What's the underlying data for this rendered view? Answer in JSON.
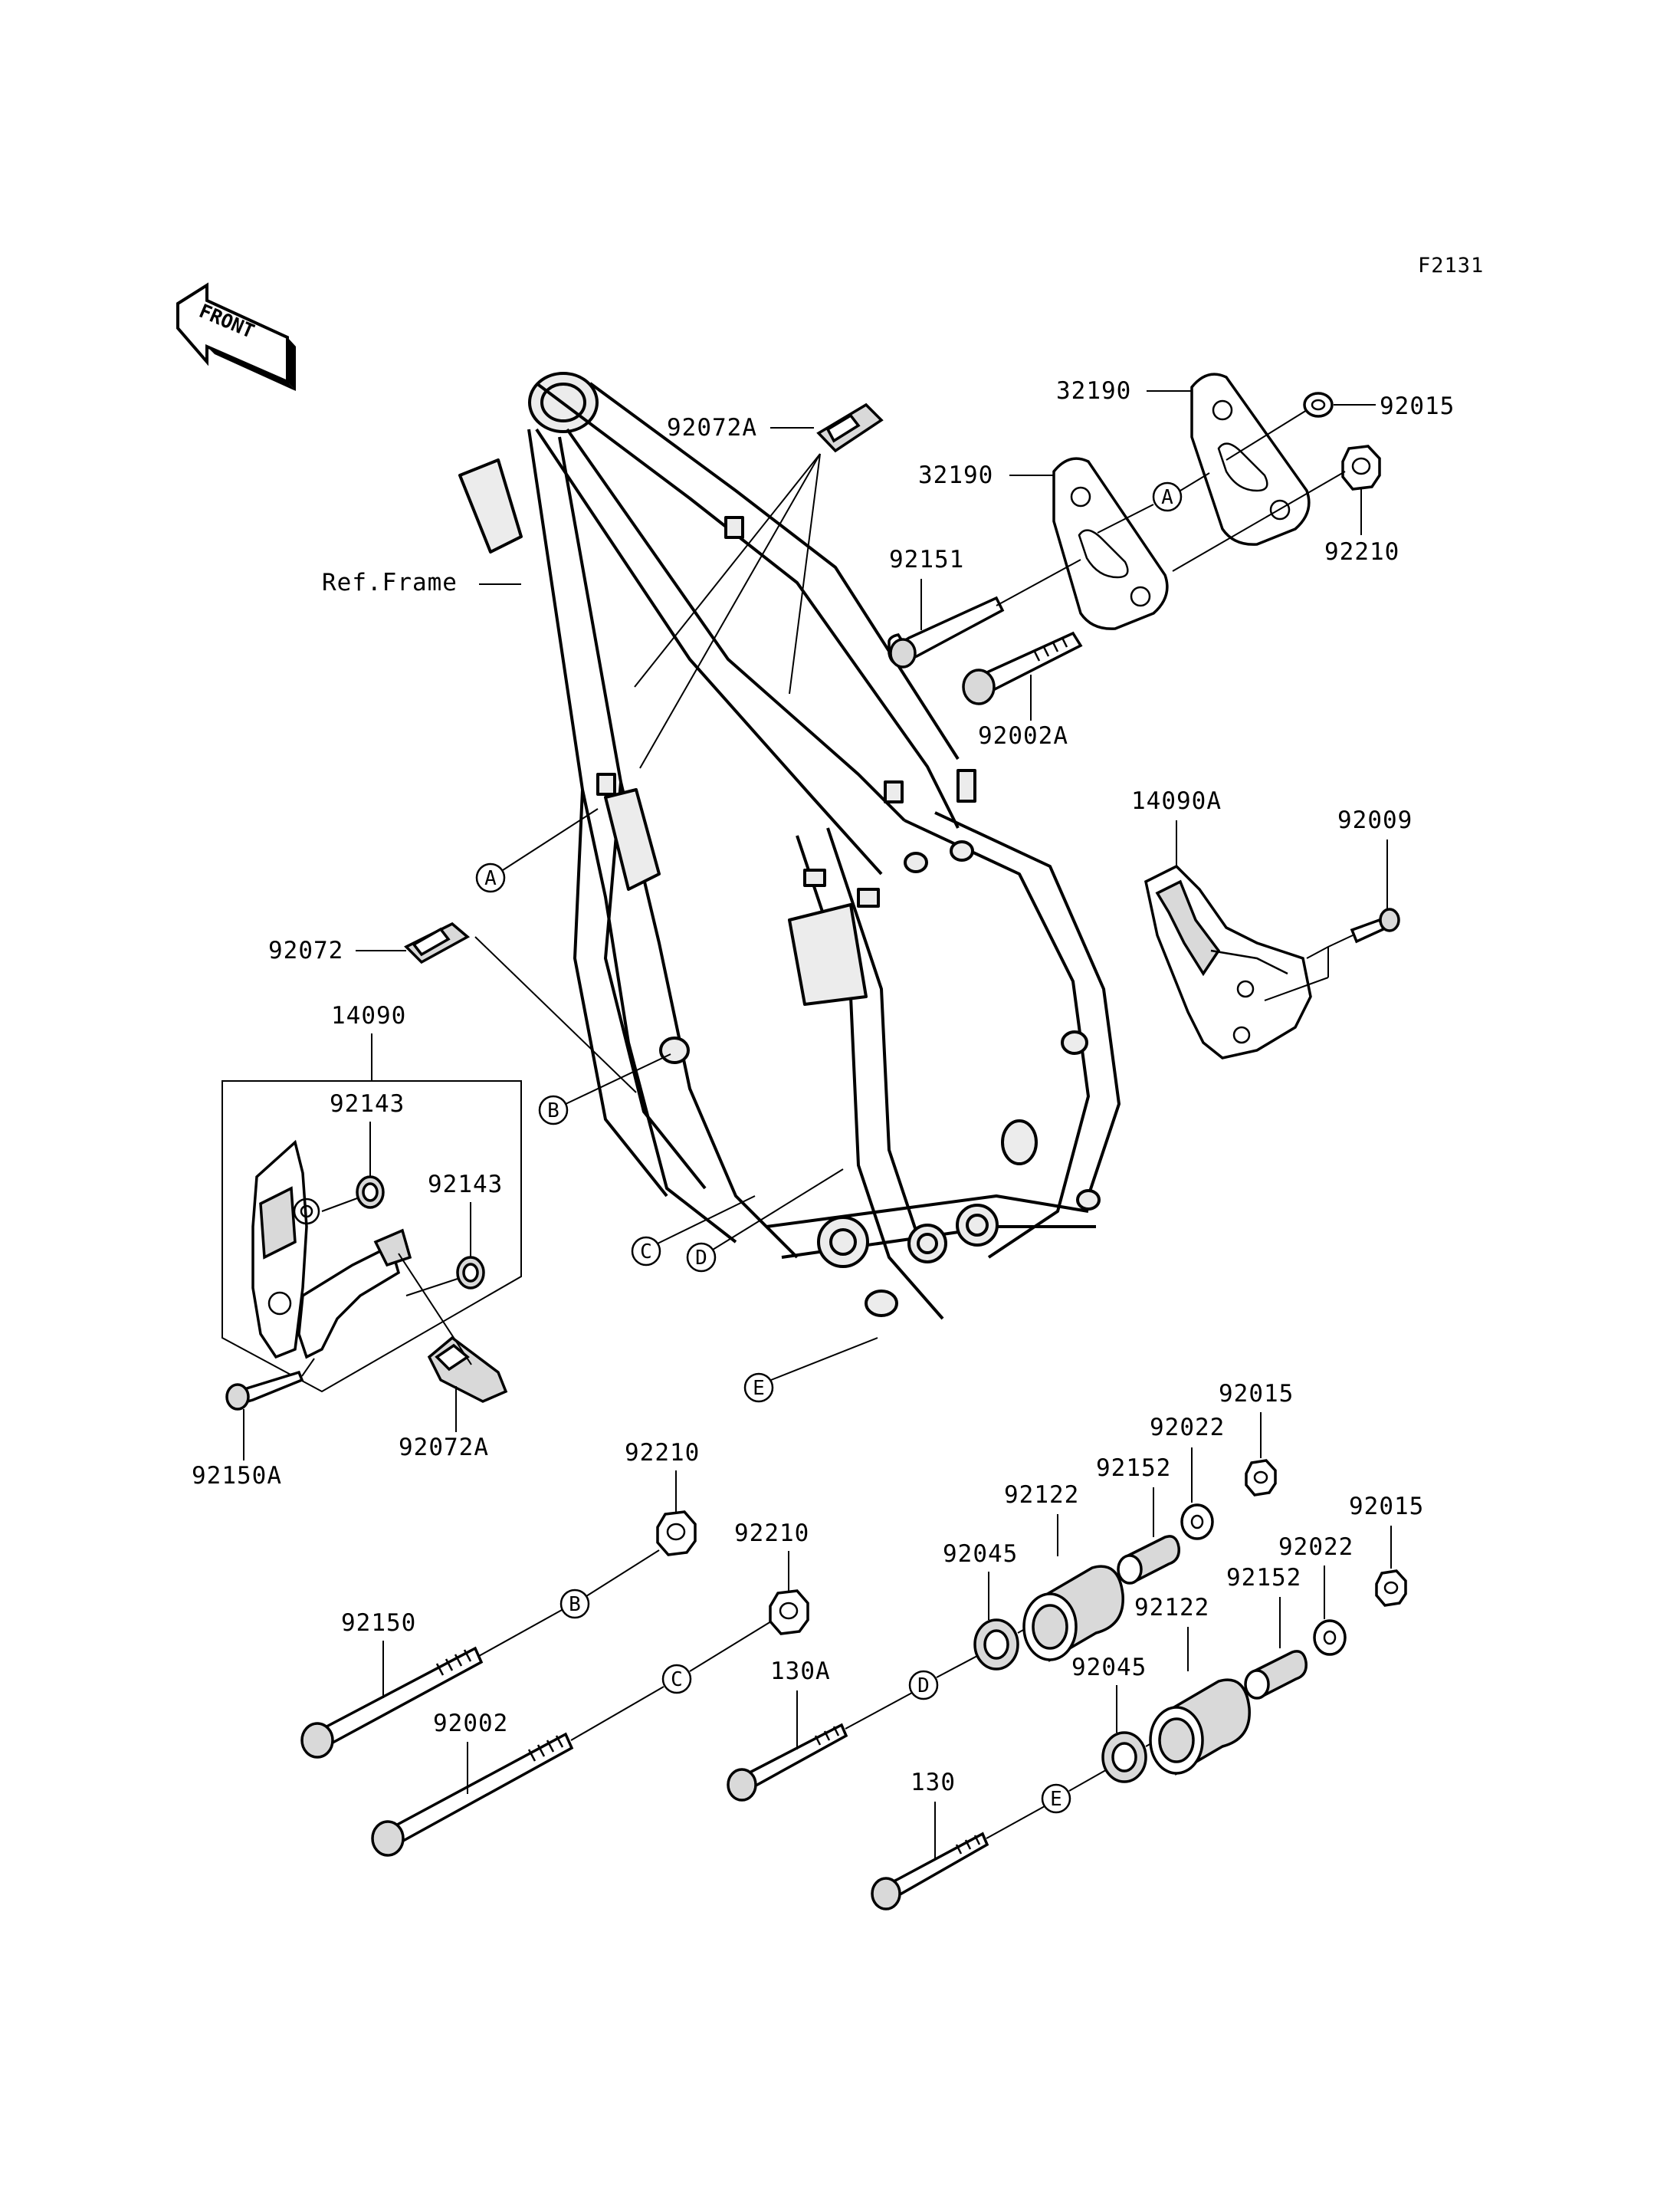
{
  "figure_code": "F2131",
  "front_label": "FRONT",
  "ref_frame_label": "Ref.Frame",
  "labels": {
    "p92072A_top": "92072A",
    "p32190_upper": "32190",
    "p92015_upper": "92015",
    "p32190_lower": "32190",
    "p92210_upper": "92210",
    "p92151": "92151",
    "p92002A": "92002A",
    "p14090A": "14090A",
    "p92009": "92009",
    "p92072": "92072",
    "p14090": "14090",
    "p92143_a": "92143",
    "p92143_b": "92143",
    "p92150A": "92150A",
    "p92072A_bottom": "92072A",
    "p92210_b": "92210",
    "p92210_c": "92210",
    "p92150": "92150",
    "p92002": "92002",
    "p130A": "130A",
    "p130": "130",
    "p92045_a": "92045",
    "p92045_b": "92045",
    "p92122_a": "92122",
    "p92122_b": "92122",
    "p92152_a": "92152",
    "p92152_b": "92152",
    "p92022_a": "92022",
    "p92022_b": "92022",
    "p92015_a": "92015",
    "p92015_b": "92015"
  },
  "callouts": {
    "a_plate": "A",
    "a_frame": "A",
    "b_frame": "B",
    "c_frame": "C",
    "d_frame": "D",
    "e_frame": "E",
    "b_bolt": "B",
    "c_bolt": "C",
    "d_bolt": "D",
    "e_bolt": "E"
  }
}
